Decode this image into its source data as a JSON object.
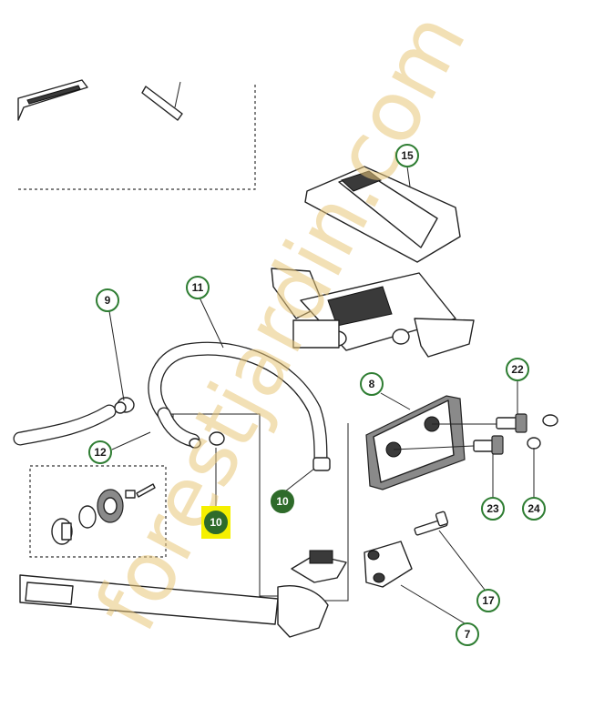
{
  "callouts": [
    {
      "label": "15"
    },
    {
      "label": "9"
    },
    {
      "label": "11"
    },
    {
      "label": "8"
    },
    {
      "label": "22"
    },
    {
      "label": "12"
    },
    {
      "label": "10"
    },
    {
      "label": "10"
    },
    {
      "label": "23"
    },
    {
      "label": "24"
    },
    {
      "label": "17"
    },
    {
      "label": "7"
    }
  ],
  "watermark": {
    "text": "forestjardin.com"
  },
  "colors": {
    "callout_green": "#2e7d32",
    "highlight": "#f5f000",
    "watermark": "#e9c77a"
  }
}
